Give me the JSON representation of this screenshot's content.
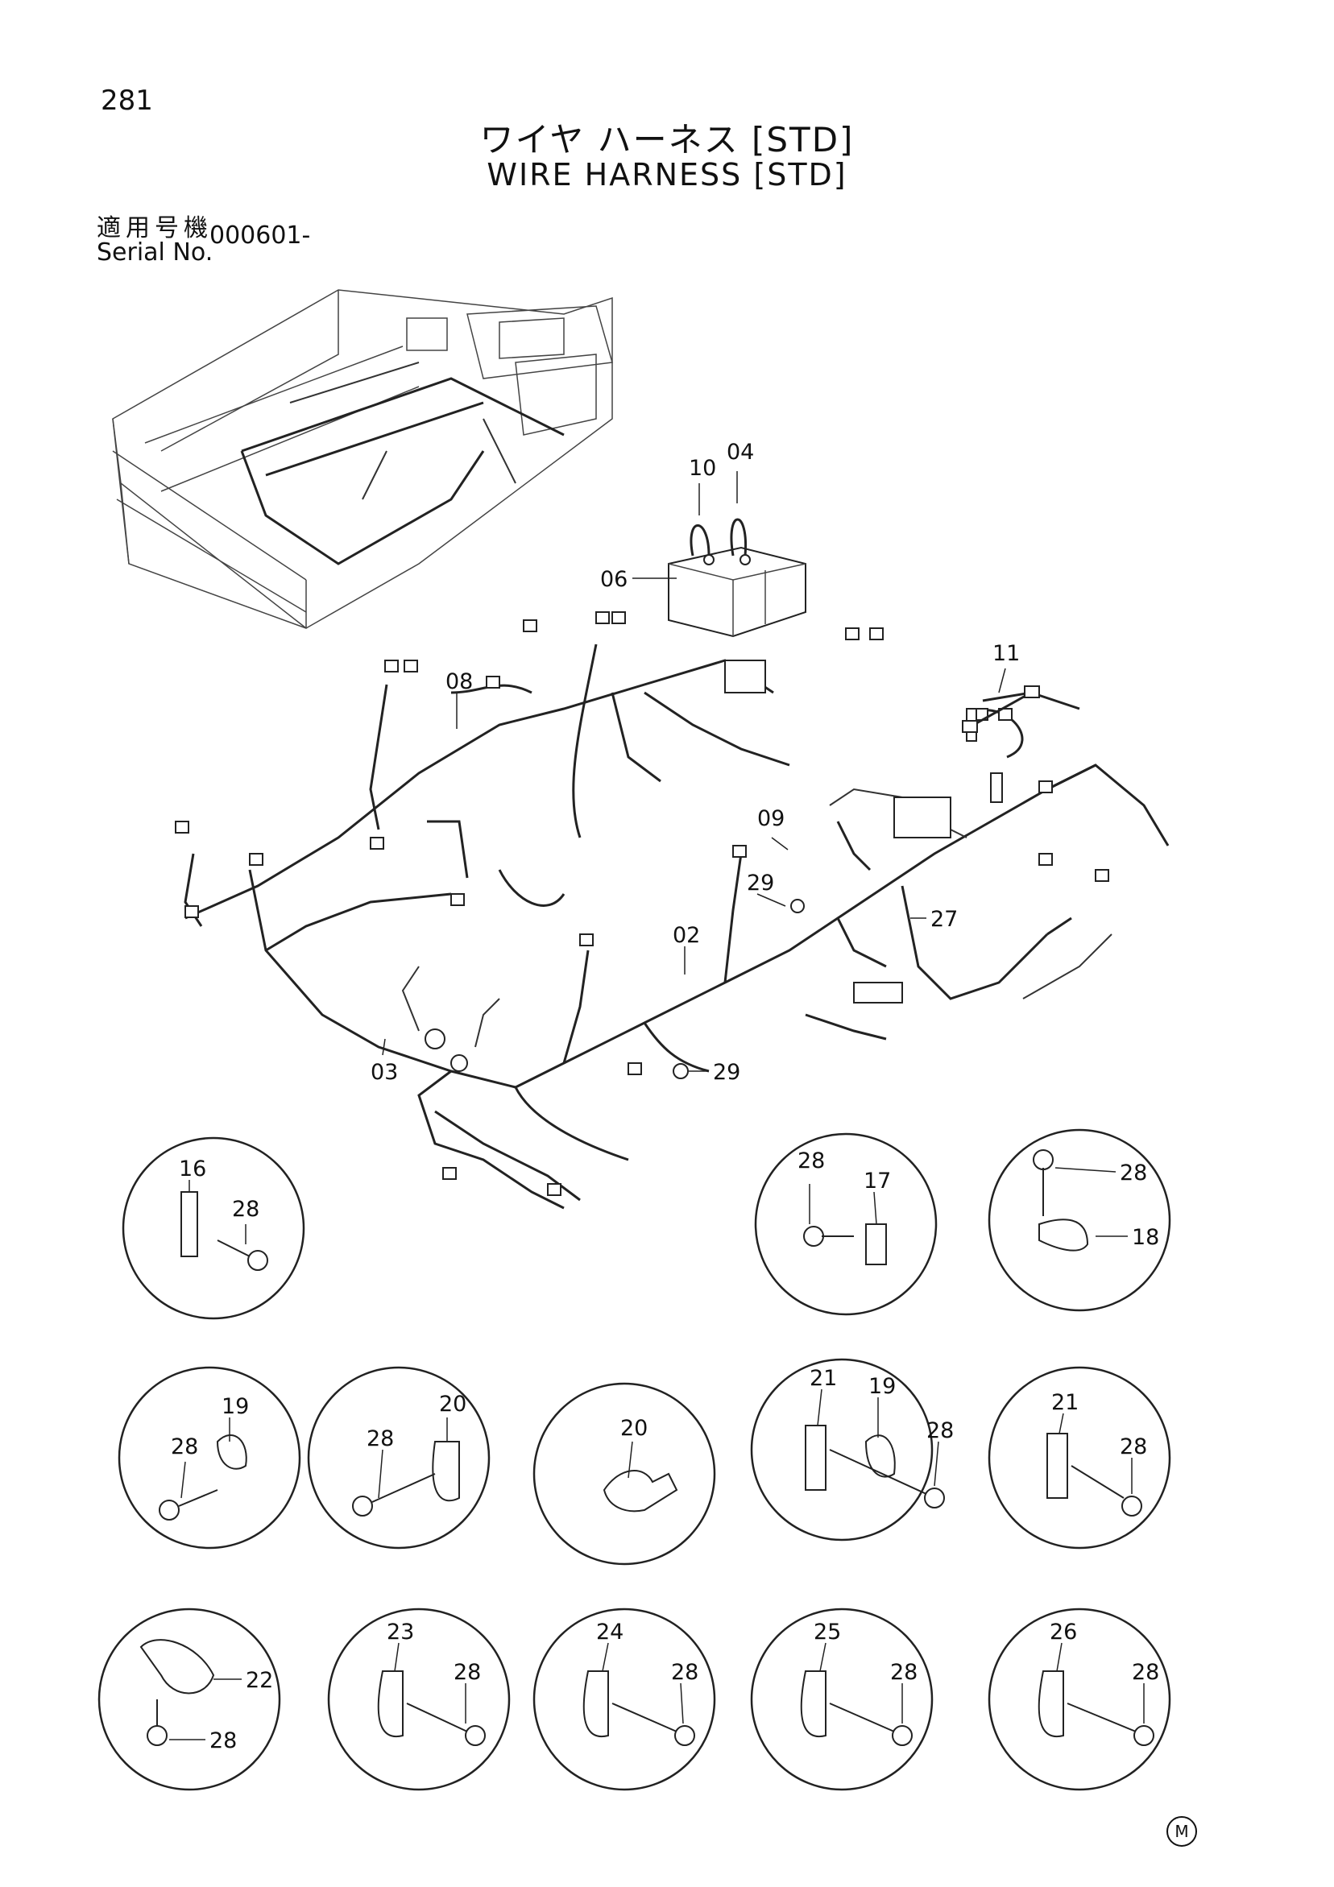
{
  "page": {
    "number": "281",
    "title_jp": "ワイヤ ハーネス [STD]",
    "title_en": "WIRE HARNESS [STD]",
    "serial_label_jp": "適用号機",
    "serial_label_en": "Serial No.",
    "serial_value": "000601-",
    "maker_mark": "M"
  },
  "callouts": {
    "c02": "02",
    "c03": "03",
    "c04": "04",
    "c06": "06",
    "c08": "08",
    "c09": "09",
    "c10": "10",
    "c11": "11",
    "c27": "27",
    "c29a": "29",
    "c29b": "29"
  },
  "details": [
    {
      "labels": [
        "16",
        "28"
      ]
    },
    {
      "labels": [
        "28",
        "17"
      ]
    },
    {
      "labels": [
        "28",
        "18"
      ]
    },
    {
      "labels": [
        "19",
        "28"
      ]
    },
    {
      "labels": [
        "20",
        "28"
      ]
    },
    {
      "labels": [
        "20"
      ]
    },
    {
      "labels": [
        "21",
        "19",
        "28"
      ]
    },
    {
      "labels": [
        "21",
        "28"
      ]
    },
    {
      "labels": [
        "22",
        "28"
      ]
    },
    {
      "labels": [
        "23",
        "28"
      ]
    },
    {
      "labels": [
        "24",
        "28"
      ]
    },
    {
      "labels": [
        "25",
        "28"
      ]
    },
    {
      "labels": [
        "26",
        "28"
      ]
    }
  ]
}
